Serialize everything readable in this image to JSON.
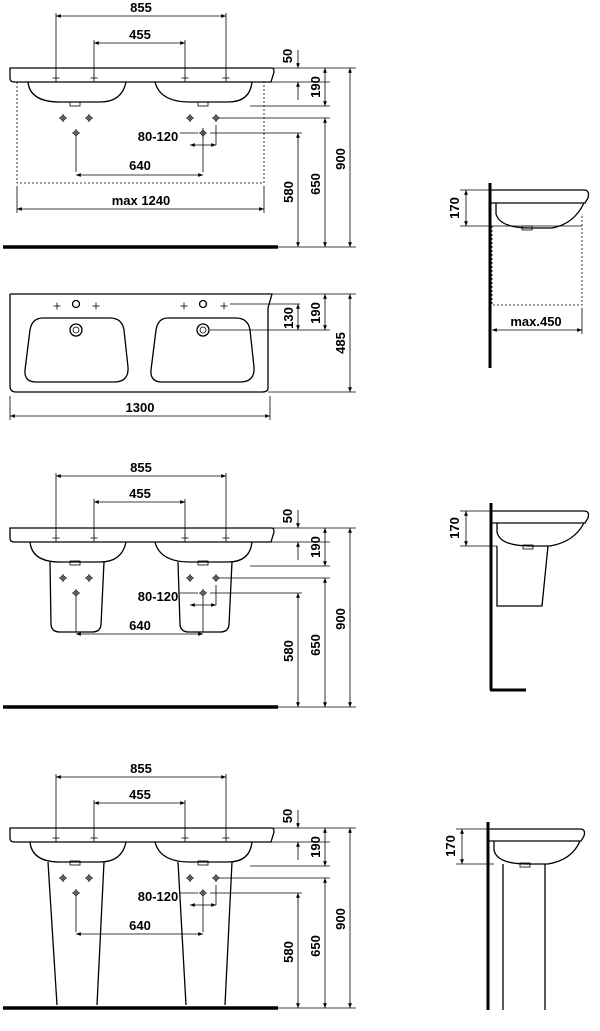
{
  "views": {
    "top_front": {
      "width_outer": "855",
      "width_inner": "455",
      "tap_offset": "50",
      "basin_depth": "190",
      "waste_range": "80-120",
      "waste_spacing": "640",
      "cabinet_width": "max 1240",
      "height_waste": "580",
      "height_supply": "650",
      "height_total": "900"
    },
    "plan": {
      "offset_small": "130",
      "offset_large": "190",
      "depth": "485",
      "width": "1300"
    },
    "side_cabinet": {
      "rim_height": "170",
      "cabinet_depth": "max.450"
    },
    "semi_pedestal_front": {
      "width_outer": "855",
      "width_inner": "455",
      "tap_offset": "50",
      "basin_depth": "190",
      "waste_range": "80-120",
      "waste_spacing": "640",
      "height_waste": "580",
      "height_supply": "650",
      "height_total": "900"
    },
    "side_semi": {
      "rim_height": "170"
    },
    "pedestal_front": {
      "width_outer": "855",
      "width_inner": "455",
      "tap_offset": "50",
      "basin_depth": "190",
      "waste_range": "80-120",
      "waste_spacing": "640",
      "height_waste": "580",
      "height_supply": "650",
      "height_total": "900"
    },
    "side_pedestal": {
      "rim_height": "170"
    }
  }
}
